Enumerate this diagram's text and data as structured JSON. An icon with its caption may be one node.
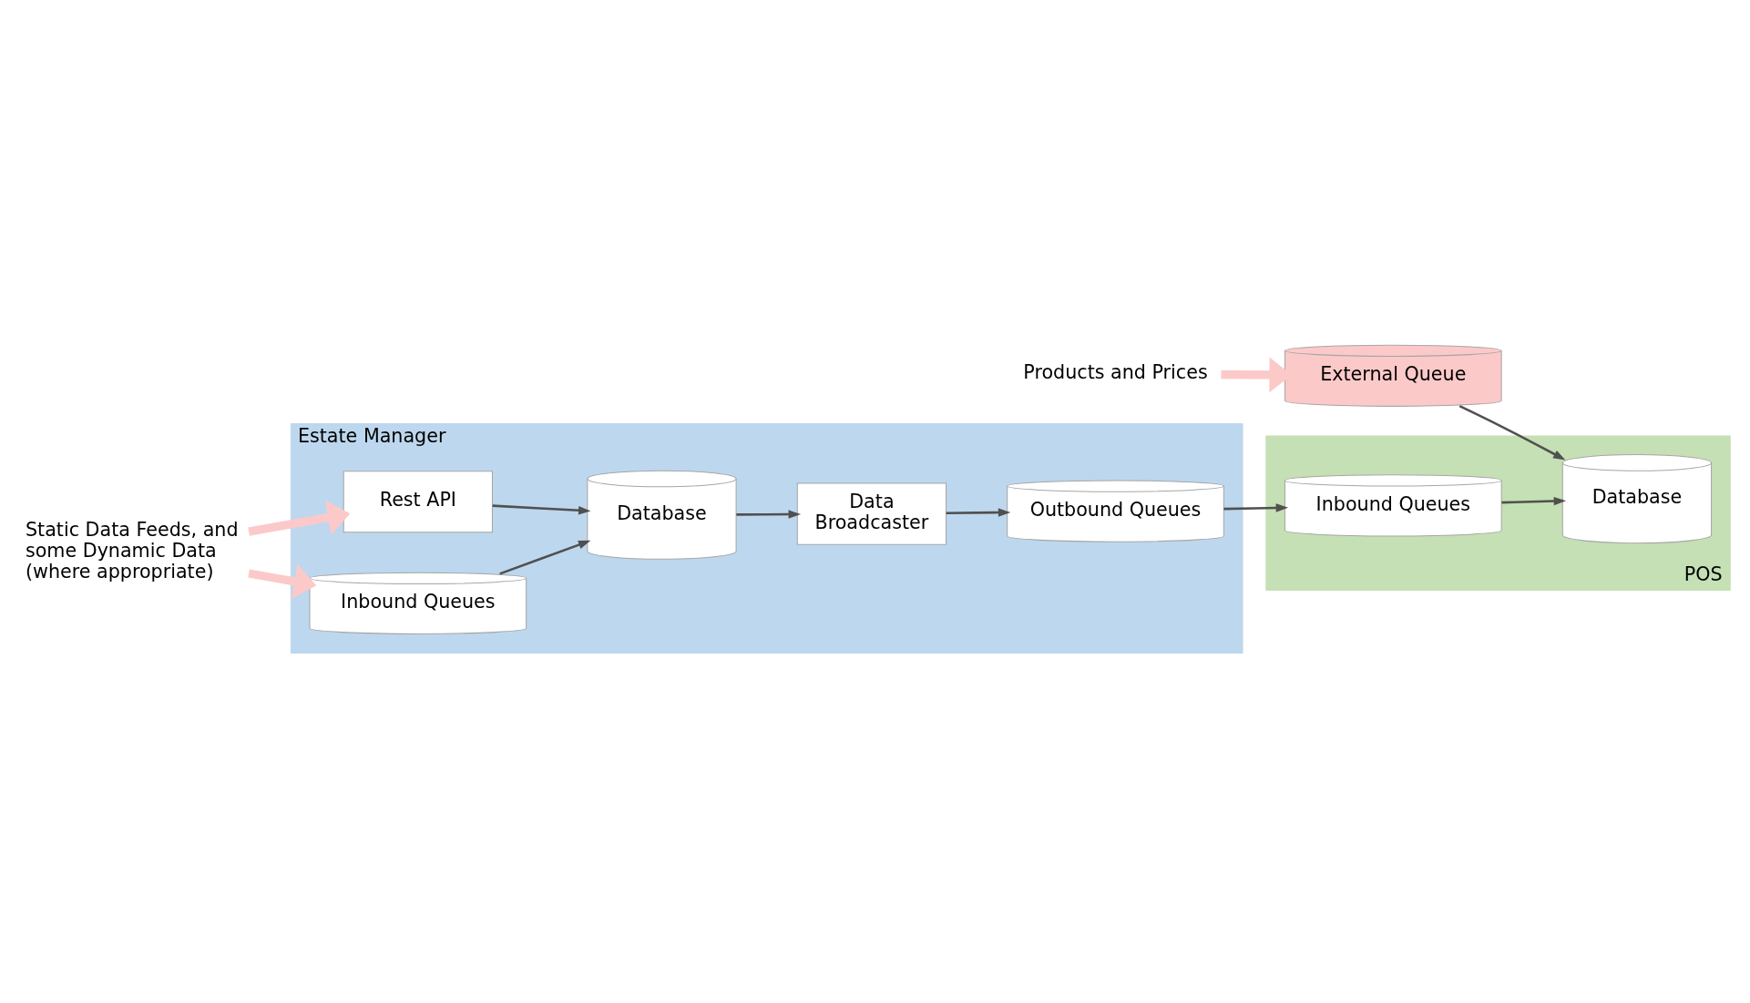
{
  "diagram": {
    "nodes": [
      {
        "text": [
          "Estate Manager"
        ]
      },
      {
        "text": [
          "Static Data Feeds, and some Dynamic Data (where appropriate)"
        ]
      },
      {
        "text": [
          "Rest API"
        ],
        "in": 0
      },
      {
        "text": [
          "Database"
        ],
        "in": 0
      },
      {
        "text": [
          "Data Broadcaster"
        ],
        "in": 0
      },
      {
        "text": [
          "Inbound Queues"
        ],
        "in": 0
      },
      {
        "text": [
          "Outbound Queues"
        ],
        "in": 0
      },
      {
        "text": [
          "POS"
        ]
      },
      {
        "text": [
          "Inbound Queues"
        ],
        "in": 7
      },
      {
        "text": [
          "Database"
        ],
        "in": 7
      },
      {
        "text": [
          "Products and Prices"
        ]
      },
      {
        "text": [
          "External Queue"
        ]
      }
    ],
    "edges": [
      {
        "from": 1,
        "to": 2,
        "arrow": "to",
        "style": "thick",
        "color": "#fcc9c9"
      },
      {
        "from": 1,
        "to": 5,
        "arrow": "to",
        "style": "thick",
        "color": "#fcc9c9"
      },
      {
        "from": 2,
        "to": 3,
        "arrow": "to"
      },
      {
        "from": 3,
        "to": 4,
        "arrow": "to"
      },
      {
        "from": 5,
        "to": 3,
        "arrow": "to"
      },
      {
        "from": 4,
        "to": 6,
        "arrow": "to"
      },
      {
        "from": 6,
        "to": 8,
        "arrow": "to"
      },
      {
        "from": 8,
        "to": 9,
        "arrow": "to"
      },
      {
        "from": 10,
        "to": 11,
        "arrow": "to",
        "style": "thick",
        "color": "#fcc9c9"
      },
      {
        "from": 11,
        "to": 9,
        "arrow": "to"
      }
    ]
  }
}
